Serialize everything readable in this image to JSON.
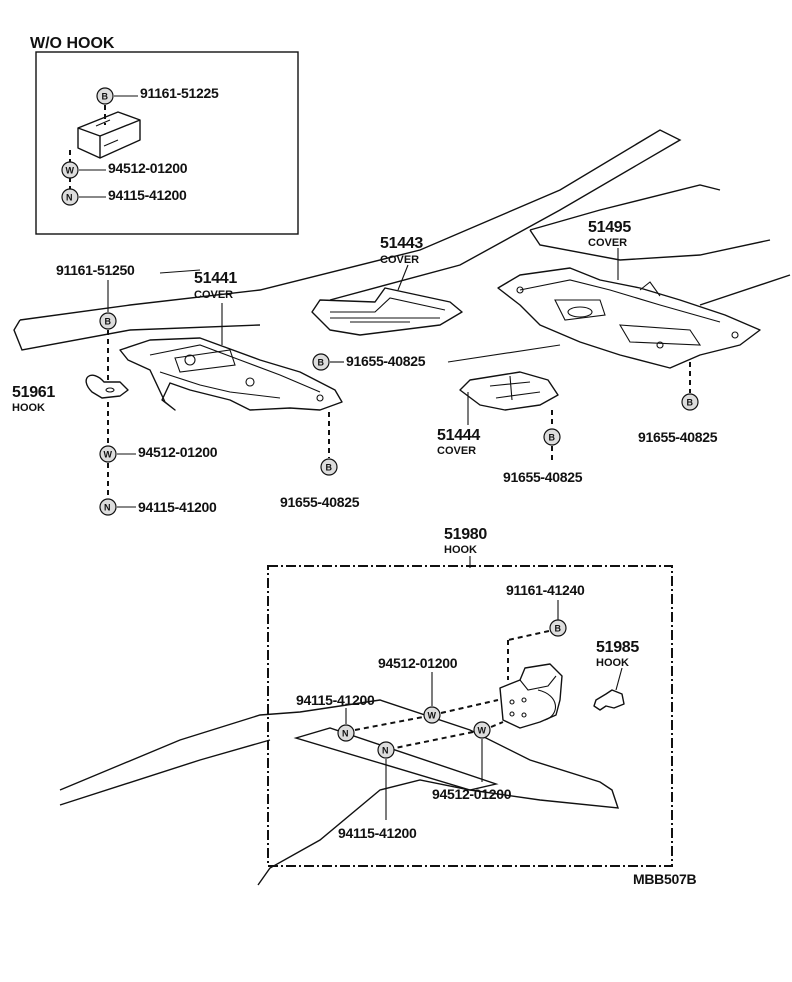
{
  "inset": {
    "title": "W/O HOOK",
    "bolt": "91161-51225",
    "washer": "94512-01200",
    "nut": "94115-41200"
  },
  "symbols": {
    "bolt": "B",
    "washer": "W",
    "nut": "N"
  },
  "parts": {
    "cover_51441": {
      "number": "51441",
      "name": "COVER"
    },
    "cover_51443": {
      "number": "51443",
      "name": "COVER"
    },
    "cover_51495": {
      "number": "51495",
      "name": "COVER"
    },
    "cover_51444": {
      "number": "51444",
      "name": "COVER"
    },
    "hook_51961": {
      "number": "51961",
      "name": "HOOK"
    },
    "hook_51980": {
      "number": "51980",
      "name": "HOOK"
    },
    "hook_51985": {
      "number": "51985",
      "name": "HOOK"
    }
  },
  "fasteners": {
    "bolt_left_top": "91161-51250",
    "washer_left": "94512-01200",
    "nut_left": "94115-41200",
    "bolt_51441": "91655-40825",
    "bolt_mid": "91655-40825",
    "bolt_51444": "91655-40825",
    "bolt_51495": "91655-40825",
    "hook_bolt": "91161-41240",
    "hook_washer_top": "94512-01200",
    "hook_nut_top": "94115-41200",
    "hook_washer_bottom": "94512-01200",
    "hook_nut_bottom": "94115-41200"
  },
  "diagram_code": "MBB507B"
}
